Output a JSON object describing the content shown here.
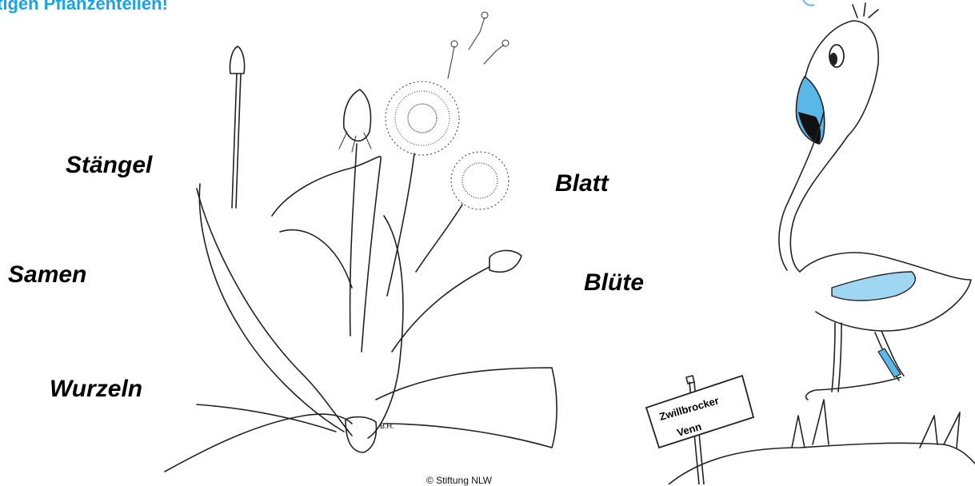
{
  "title": "tigen Pflanzenteilen!",
  "labels": {
    "staengel": "Stängel",
    "samen": "Samen",
    "wurzeln": "Wurzeln",
    "blatt": "Blatt",
    "bluete": "Blüte"
  },
  "drawing_initials": "B.H.",
  "credit": "© Stiftung NLW",
  "sign": {
    "line1": "Zwillbrocker",
    "line2": "Venn"
  },
  "colors": {
    "title": "#1aa3e0",
    "flamingo_accent": "#5ab8e8"
  },
  "illustrations": [
    "dandelion-drawing",
    "flamingo-drawing"
  ]
}
